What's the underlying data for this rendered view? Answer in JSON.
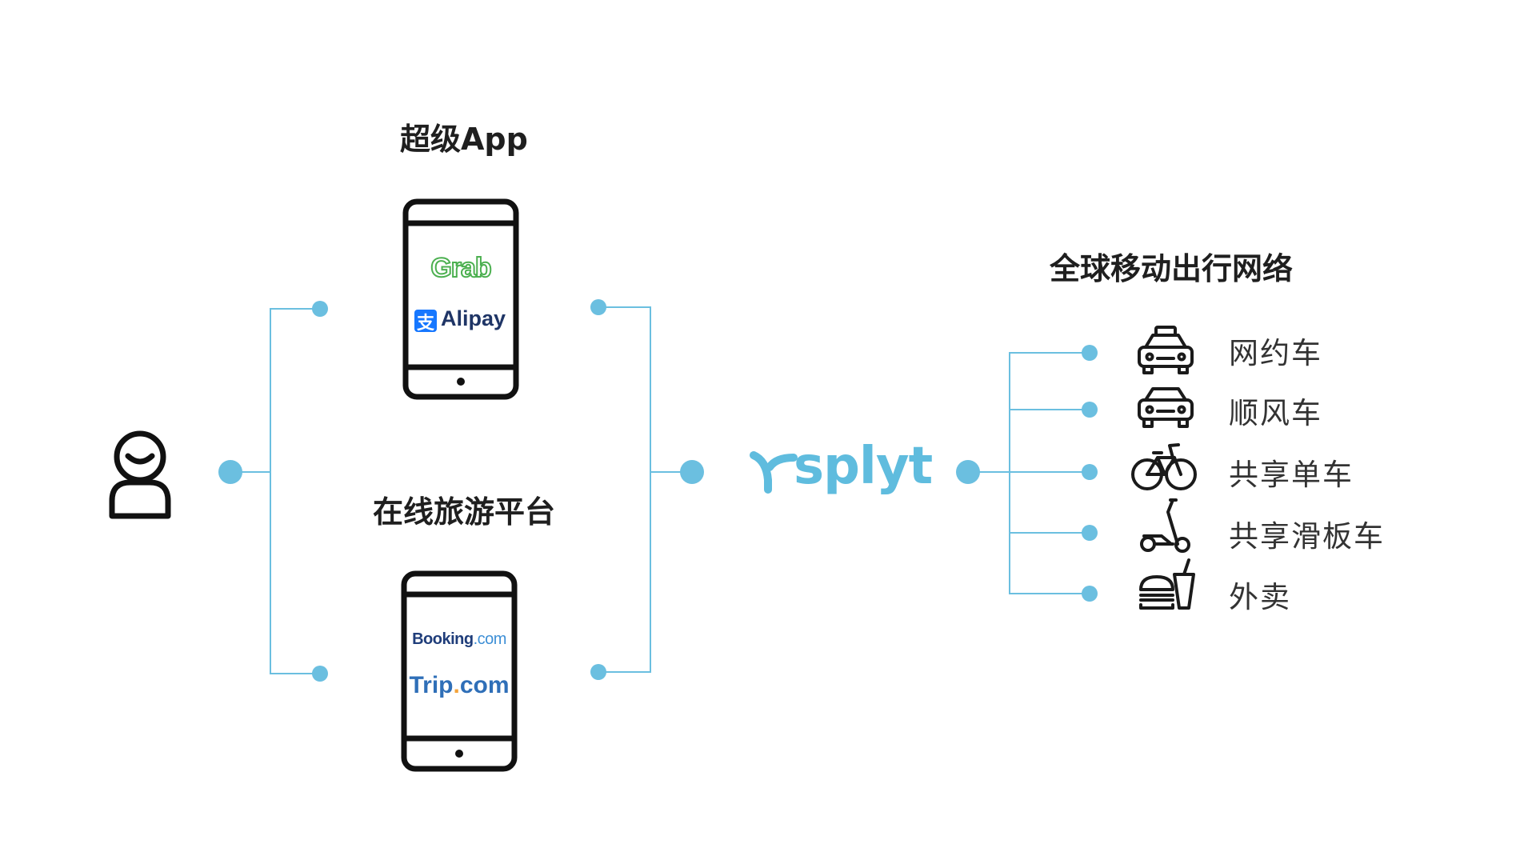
{
  "headings": {
    "super_app": "超级App",
    "travel_platform": "在线旅游平台",
    "network": "全球移动出行网络"
  },
  "brands": {
    "grab": "Grab",
    "alipay": "Alipay",
    "alipay_mark": "支",
    "booking": "Booking",
    "booking_suffix": ".com",
    "trip": "Trip",
    "trip_dot": ".",
    "trip_suffix": "com",
    "splyt": "splyt"
  },
  "services": [
    {
      "label": "网约车",
      "icon": "taxi-icon"
    },
    {
      "label": "顺风车",
      "icon": "car-icon"
    },
    {
      "label": "共享单车",
      "icon": "bicycle-icon"
    },
    {
      "label": "共享滑板车",
      "icon": "scooter-icon"
    },
    {
      "label": "外卖",
      "icon": "food-delivery-icon"
    }
  ],
  "colors": {
    "connector": "#6bbfe0",
    "splyt": "#5fbcde",
    "grab": "#4cb050",
    "alipay": "#1677ff",
    "icon_stroke": "#1a1a1a"
  }
}
